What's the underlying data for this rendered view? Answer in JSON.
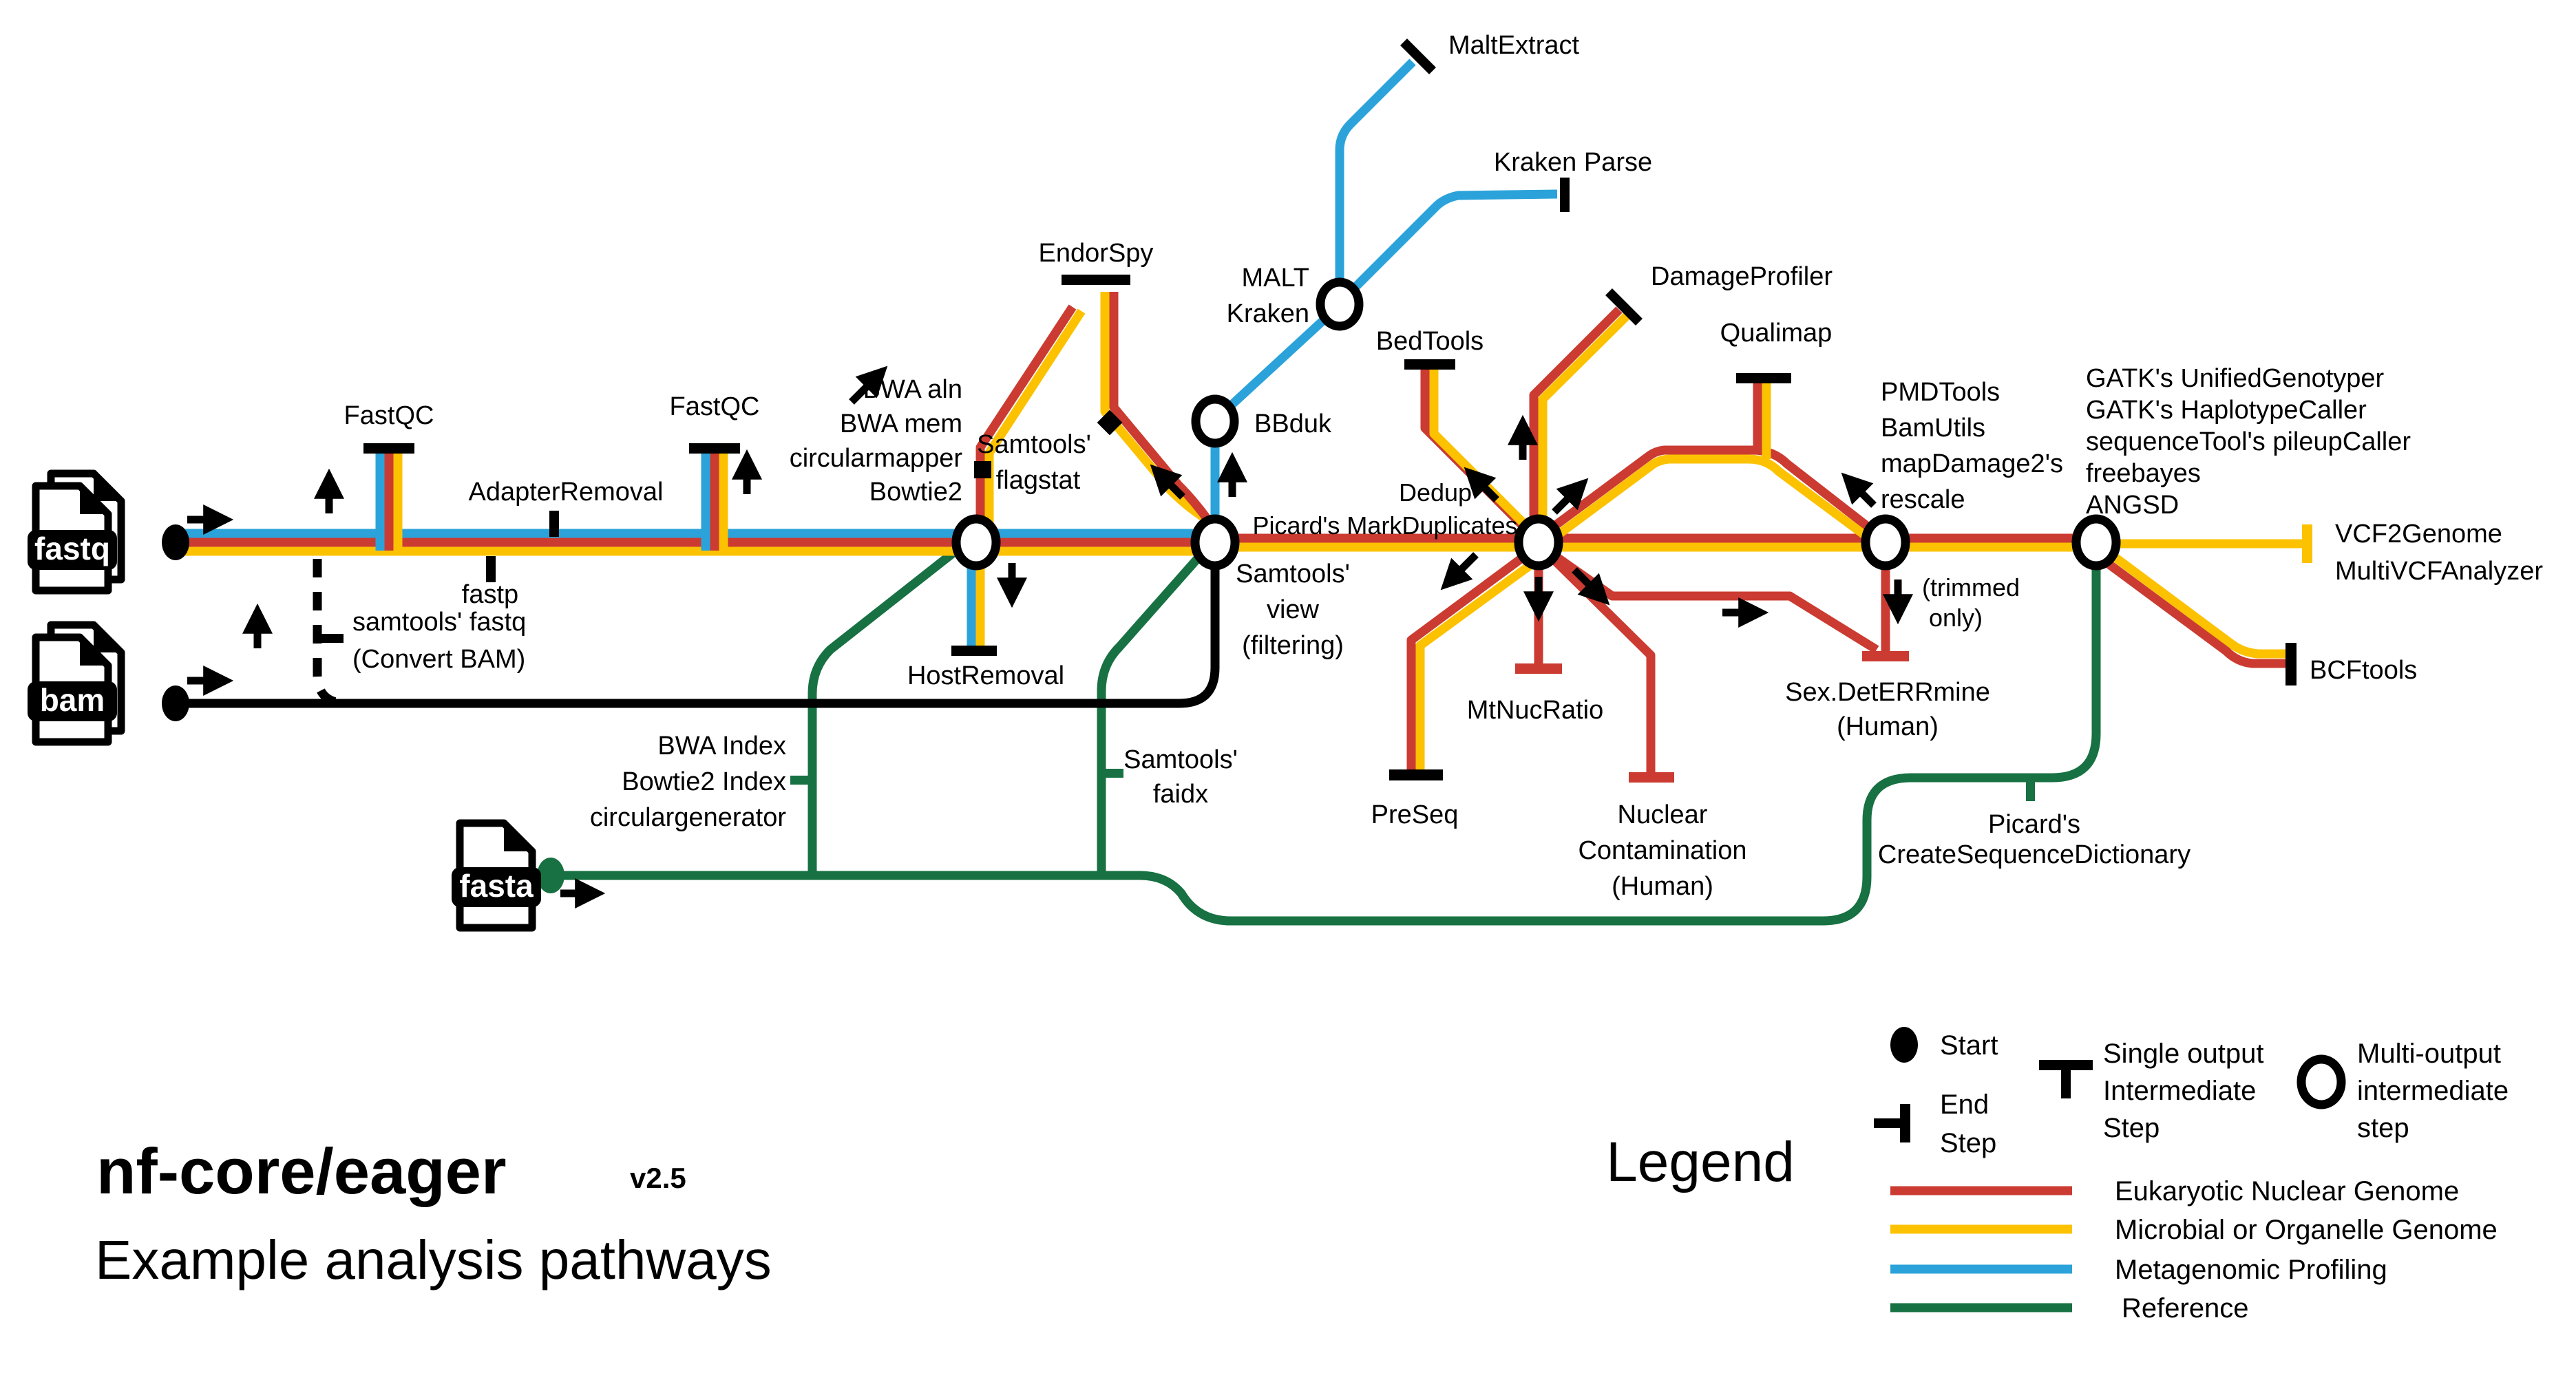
{
  "title": {
    "name": "nf-core/eager",
    "version": "v2.5",
    "subtitle": "Example analysis pathways"
  },
  "colors": {
    "red": "#cb3b31",
    "yellow": "#fcc200",
    "blue": "#2ba3da",
    "green": "#177142",
    "black": "#000000",
    "background": "#ffffff"
  },
  "inputs": {
    "fastq": "fastq",
    "bam": "bam",
    "fasta": "fasta"
  },
  "labels": {
    "fastqc_a": "FastQC",
    "fastqc_b": "FastQC",
    "adapter_removal": "AdapterRemoval",
    "fastp": "fastp",
    "convert_bam": [
      "samtools' fastq",
      "(Convert BAM)"
    ],
    "aligners": [
      "BWA aln",
      "BWA mem",
      "circularmapper",
      "Bowtie2"
    ],
    "endorspy": "EndorSpy",
    "flagstat": [
      "Samtools'",
      "flagstat"
    ],
    "host_removal": "HostRemoval",
    "malt": [
      "MALT",
      "Kraken"
    ],
    "maltextract": "MaltExtract",
    "kraken_parse": "Kraken Parse",
    "bbduk": "BBduk",
    "samtools_view": [
      "Samtools'",
      "view",
      "(filtering)"
    ],
    "dedup": "Dedup",
    "markduplicates": "Picard's MarkDuplicates",
    "bedtools": "BedTools",
    "damageprofiler": "DamageProfiler",
    "qualimap": "Qualimap",
    "mtnucratio": "MtNucRatio",
    "preseq": "PreSeq",
    "nuclear_contamination": [
      "Nuclear",
      "Contamination",
      "(Human)"
    ],
    "sexdeterrmine": [
      "Sex.DetERRmine",
      "(Human)"
    ],
    "trimmed_only": [
      "(trimmed",
      "only)"
    ],
    "pmd_block": [
      "PMDTools",
      "BamUtils",
      "mapDamage2's",
      "rescale"
    ],
    "genotypers": [
      "GATK's UnifiedGenotyper",
      "GATK's HaplotypeCaller",
      "sequenceTool's pileupCaller",
      "freebayes",
      "ANGSD"
    ],
    "vcf_outputs": [
      "VCF2Genome",
      "MultiVCFAnalyzer"
    ],
    "bcftools": "BCFtools",
    "create_seq_dict": [
      "Picard's",
      "CreateSequenceDictionary"
    ],
    "bwa_index_block": [
      "BWA Index",
      "Bowtie2 Index",
      "circulargenerator"
    ],
    "samtools_faidx": [
      "Samtools'",
      "faidx"
    ]
  },
  "legend": {
    "heading": "Legend",
    "start": "Start",
    "end_step": [
      "End",
      "Step"
    ],
    "single_output": [
      "Single output",
      "Intermediate",
      "Step"
    ],
    "multi_output": [
      "Multi-output",
      "intermediate",
      "step"
    ],
    "lines": [
      {
        "label": "Eukaryotic Nuclear Genome"
      },
      {
        "label": "Microbial or Organelle Genome"
      },
      {
        "label": "Metagenomic Profiling"
      },
      {
        "label": "Reference"
      }
    ]
  }
}
